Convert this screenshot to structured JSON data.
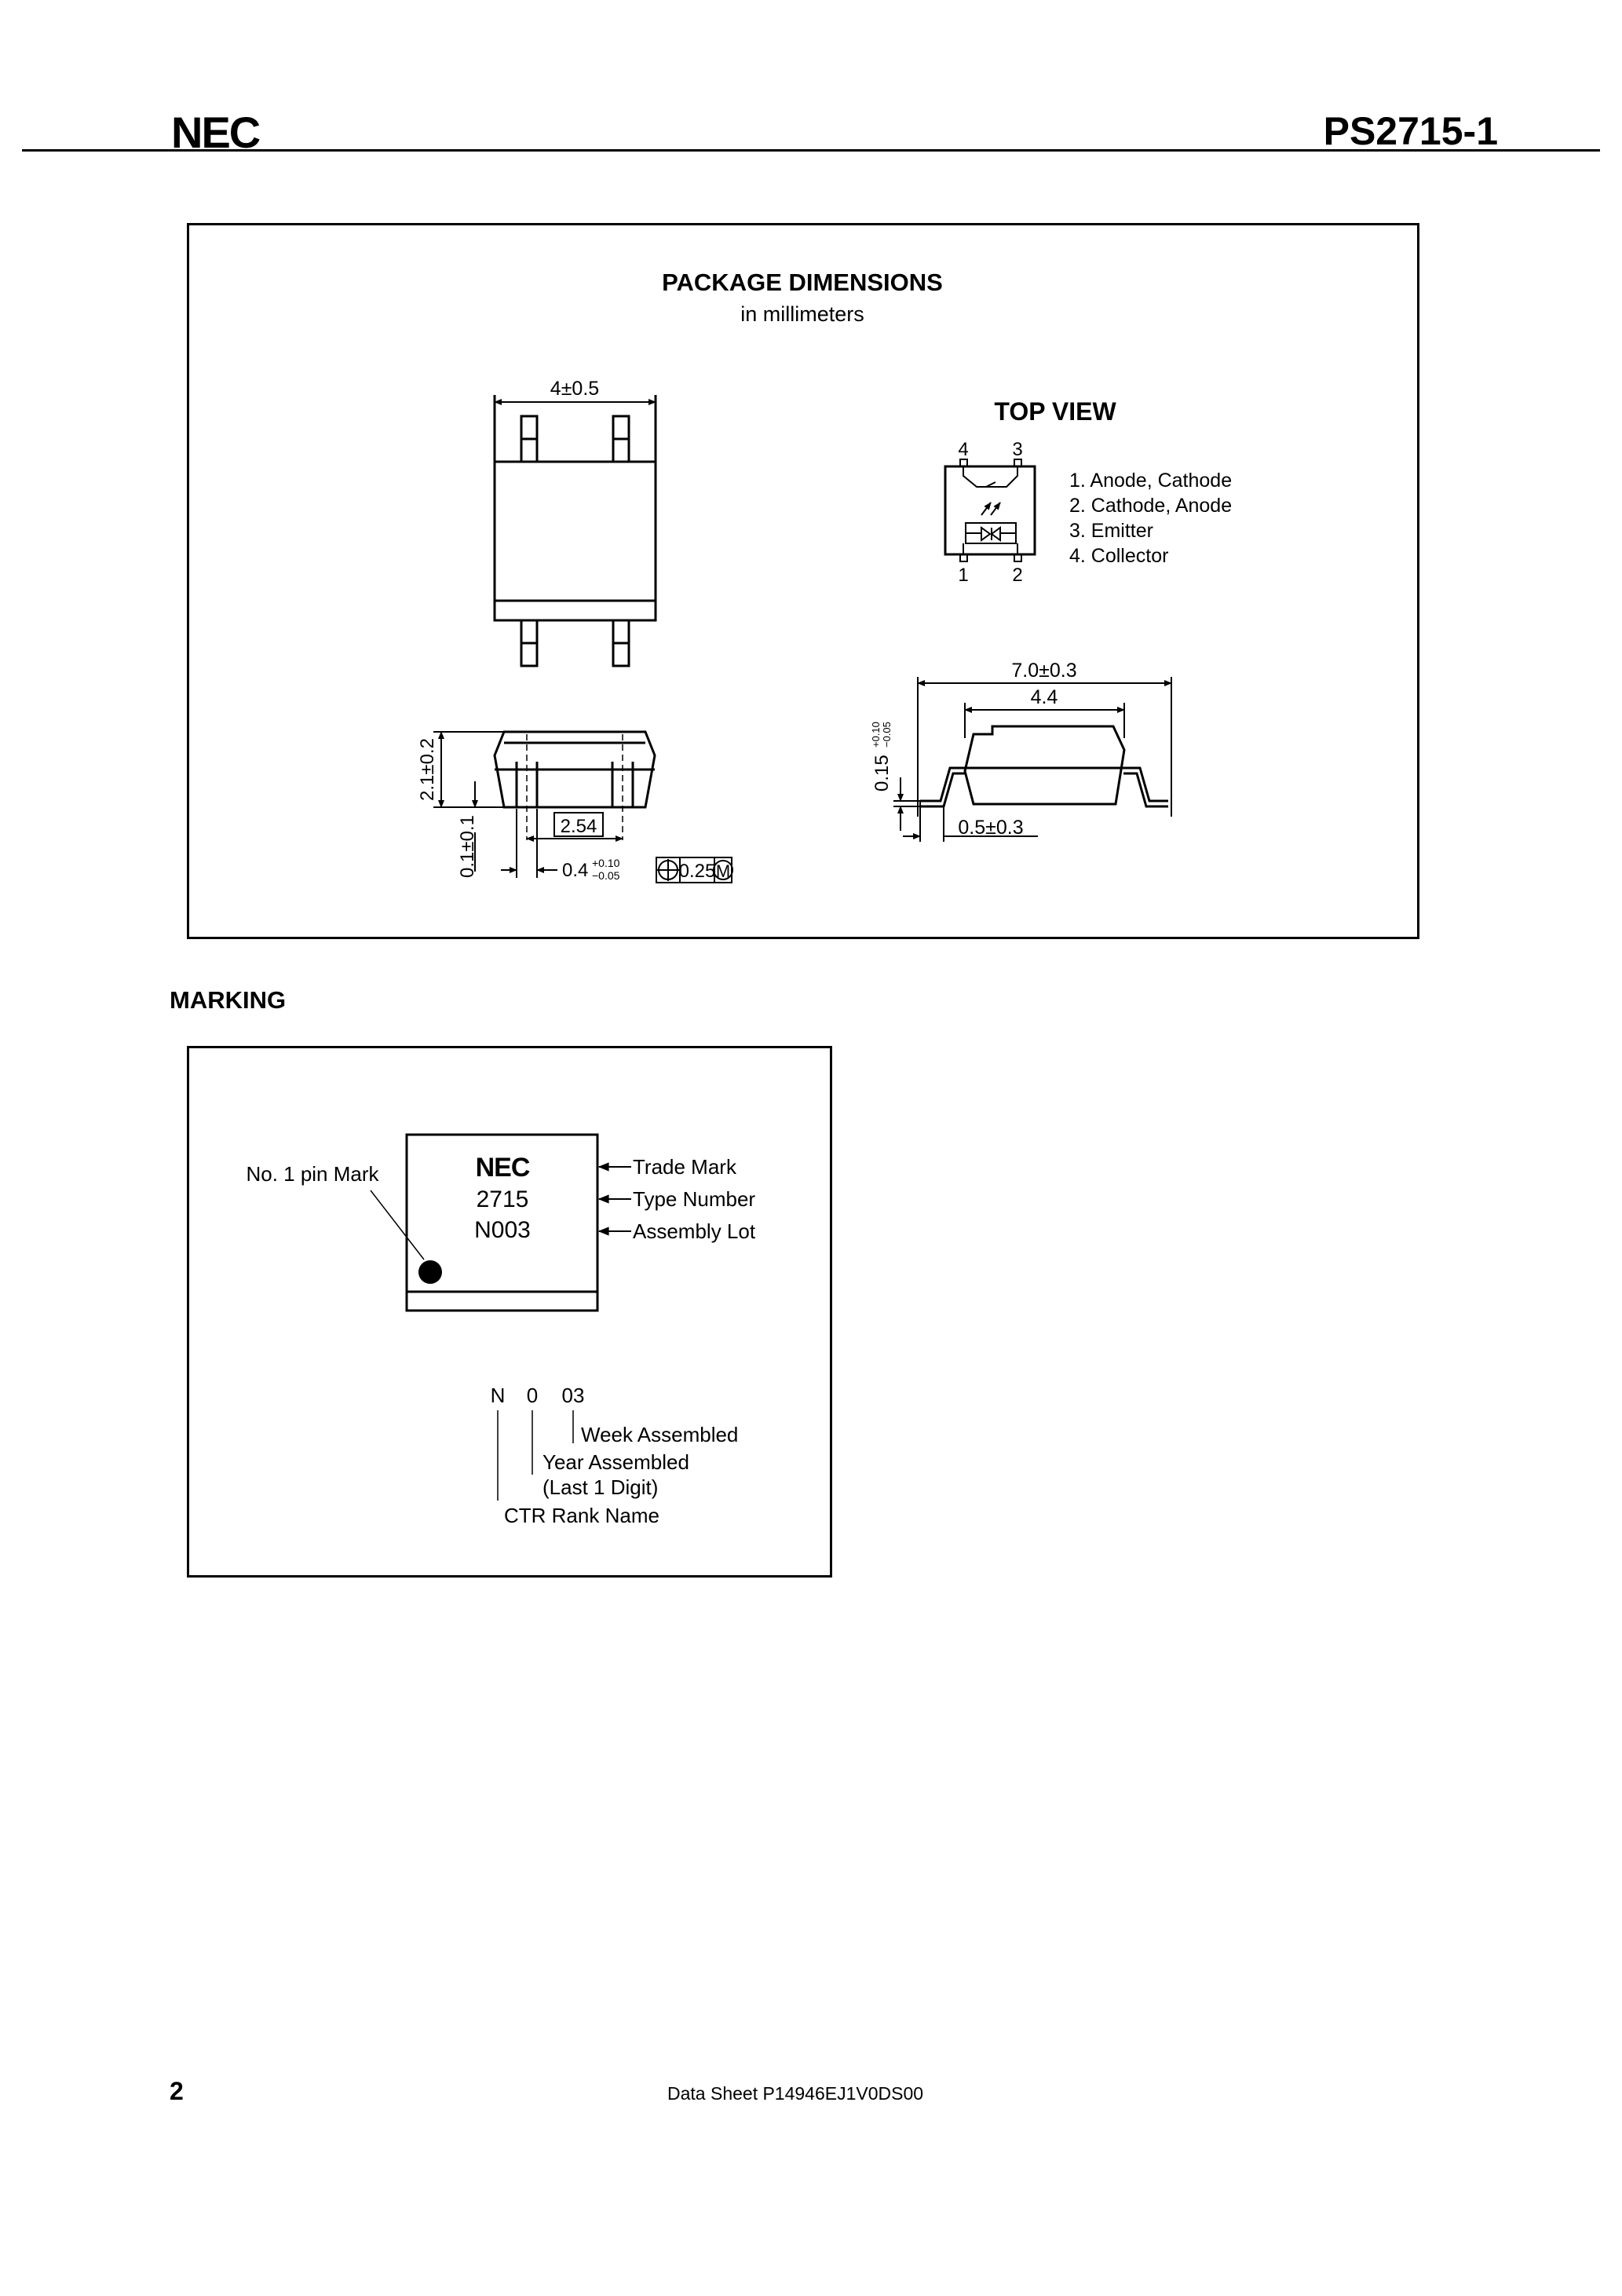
{
  "header": {
    "logo": "NEC",
    "part_number": "PS2715-1"
  },
  "package": {
    "title": "PACKAGE  DIMENSIONS",
    "units": "in millimeters",
    "top_view_label": "TOP VIEW",
    "dims": {
      "top_width": "4±0.5",
      "height": "2.1±0.2",
      "standoff": "0.1±0.1",
      "pitch": "2.54",
      "lead_width": "0.4",
      "lead_width_tol_plus": "+0.10",
      "lead_width_tol_minus": "−0.05",
      "position_tol": "0.25",
      "position_mod": "M",
      "overall_width": "7.0±0.3",
      "body_width": "4.4",
      "lead_thickness": "0.15",
      "lead_thickness_tol_plus": "+0.10",
      "lead_thickness_tol_minus": "−0.05",
      "foot_length": "0.5±0.3"
    },
    "pins": [
      "4",
      "3",
      "1",
      "2"
    ],
    "pin_list": [
      "1. Anode, Cathode",
      "2. Cathode, Anode",
      "3. Emitter",
      "4. Collector"
    ]
  },
  "marking": {
    "heading": "MARKING",
    "pin_mark_label": "No. 1 pin Mark",
    "chip_lines": [
      "NEC",
      "2715",
      "N003"
    ],
    "arrow_labels": [
      "Trade Mark",
      "Type Number",
      "Assembly Lot"
    ],
    "code_chars": [
      "N",
      "0",
      "03"
    ],
    "code_labels": [
      "Week Assembled",
      "Year Assembled",
      "(Last 1 Digit)",
      "CTR Rank Name"
    ]
  },
  "footer": {
    "page_number": "2",
    "doc_id": "Data Sheet  P14946EJ1V0DS00"
  }
}
